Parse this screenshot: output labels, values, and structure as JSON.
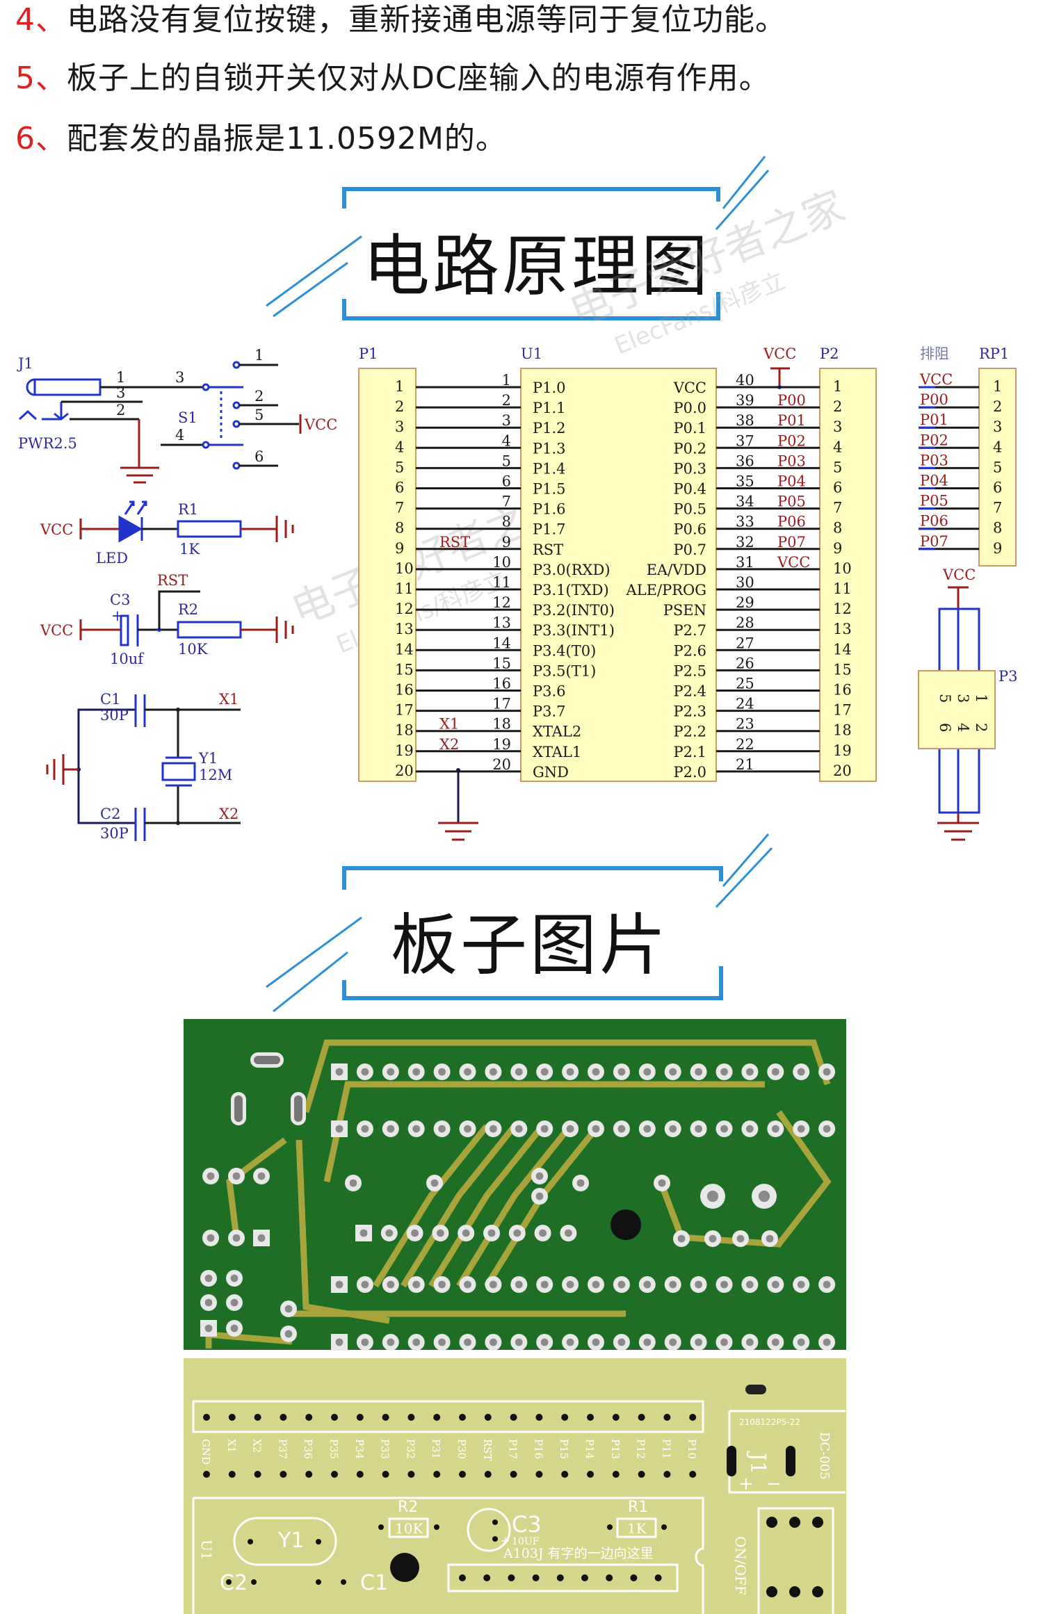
{
  "notes": [
    {
      "num": "4、",
      "text": "电路没有复位按键，重新接通电源等同于复位功能。"
    },
    {
      "num": "5、",
      "text": "板子上的自锁开关仅对从DC座输入的电源有作用。"
    },
    {
      "num": "6、",
      "text": "配套发的晶振是11.0592M的。"
    }
  ],
  "sections": {
    "schematic_title": "电路原理图",
    "board_title": "板子图片"
  },
  "watermark": {
    "cn": "电子爱好者之家",
    "en": "ElecFans/科彦立"
  },
  "colors": {
    "note_number": "#e02020",
    "frame_blue": "#2b8fd8",
    "header_fill": "#fffcc0",
    "pcb_green": "#1f6e26",
    "pcb_silk": "#d6d58c"
  },
  "power": {
    "j1": "J1",
    "jack": "PWR2.5",
    "jack_pins": [
      "1",
      "3",
      "2"
    ],
    "switch": "S1",
    "switch_pins": [
      "3",
      "4",
      "1",
      "2",
      "5",
      "6"
    ],
    "vcc": "VCC",
    "led": "LED",
    "r1": "R1",
    "r1_val": "1K",
    "c3": "C3",
    "c3_val": "10uf",
    "c3_plus": "+",
    "rst": "RST",
    "r2": "R2",
    "r2_val": "10K",
    "c1": "C1",
    "c1_val": "30P",
    "c2": "C2",
    "c2_val": "30P",
    "y1": "Y1",
    "y1_val": "12M",
    "x1": "X1",
    "x2": "X2"
  },
  "mcu": {
    "p1_label": "P1",
    "u1_label": "U1",
    "p2_label": "P2",
    "vcc": "VCC",
    "left_pins": [
      "P1.0",
      "P1.1",
      "P1.2",
      "P1.3",
      "P1.4",
      "P1.5",
      "P1.6",
      "P1.7",
      "RST",
      "P3.0(RXD)",
      "P3.1(TXD)",
      "P3.2(INT0)",
      "P3.3(INT1)",
      "P3.4(T0)",
      "P3.5(T1)",
      "P3.6",
      "P3.7",
      "XTAL2",
      "XTAL1",
      "GND"
    ],
    "right_pins": [
      "VCC",
      "P0.0",
      "P0.1",
      "P0.2",
      "P0.3",
      "P0.4",
      "P0.5",
      "P0.6",
      "P0.7",
      "EA/VDD",
      "ALE/PROG",
      "PSEN",
      "P2.7",
      "P2.6",
      "P2.5",
      "P2.4",
      "P2.3",
      "P2.2",
      "P2.1",
      "P2.0"
    ],
    "left_nets": [
      "",
      "",
      "",
      "",
      "",
      "",
      "",
      "",
      "RST",
      "",
      "",
      "",
      "",
      "",
      "",
      "",
      "",
      "X1",
      "X2",
      ""
    ],
    "right_nets": [
      "",
      "P00",
      "P01",
      "P02",
      "P03",
      "P04",
      "P05",
      "P06",
      "P07",
      "VCC",
      "",
      "",
      "",
      "",
      "",
      "",
      "",
      "",
      "",
      ""
    ],
    "left_numbers": [
      "1",
      "2",
      "3",
      "4",
      "5",
      "6",
      "7",
      "8",
      "9",
      "10",
      "11",
      "12",
      "13",
      "14",
      "15",
      "16",
      "17",
      "18",
      "19",
      "20"
    ],
    "right_numbers": [
      "40",
      "39",
      "38",
      "37",
      "36",
      "35",
      "34",
      "33",
      "32",
      "31",
      "30",
      "29",
      "28",
      "27",
      "26",
      "25",
      "24",
      "23",
      "22",
      "21"
    ]
  },
  "rp1": {
    "title": "排阻",
    "label": "RP1",
    "nets": [
      "VCC",
      "P00",
      "P01",
      "P02",
      "P03",
      "P04",
      "P05",
      "P06",
      "P07"
    ],
    "numbers": [
      "1",
      "2",
      "3",
      "4",
      "5",
      "6",
      "7",
      "8",
      "9"
    ]
  },
  "p3": {
    "label": "P3",
    "vcc": "VCC",
    "top_numbers": [
      "5",
      "3",
      "1"
    ],
    "bottom_numbers": [
      "6",
      "4",
      "2"
    ]
  },
  "board": {
    "header_labels": [
      "GND",
      "X1",
      "X2",
      "P37",
      "P36",
      "P35",
      "P34",
      "P33",
      "P32",
      "P31",
      "P30",
      "RST",
      "P17",
      "P16",
      "P15",
      "P14",
      "P13",
      "P12",
      "P11",
      "P10"
    ],
    "u1": "U1",
    "y1": "Y1",
    "r2": "R2",
    "r2_val": "10K",
    "r1": "R1",
    "r1_val": "1K",
    "c3": "C3",
    "c3_val": "10UF",
    "c3_plus": "+",
    "c1": "C1",
    "c2": "C2",
    "note": "A103J 有字的一边向这里",
    "dc_code": "2108122P5-22",
    "dc": "DC-005",
    "j1": "J1",
    "plus": "+",
    "minus": "−",
    "switch": "ON/OFF"
  }
}
